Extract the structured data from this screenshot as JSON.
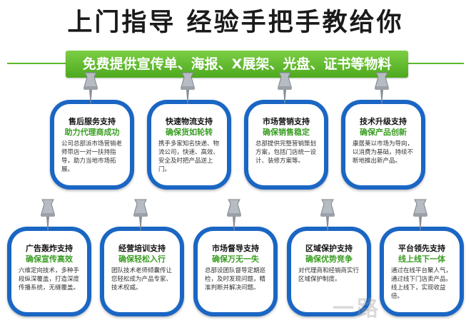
{
  "headline": "上门指导 经验手把手教给你",
  "banner": "免费提供宣传单、海报、X展架、光盘、证书等物料",
  "cards": [
    {
      "title": "售后服务支持",
      "subtitle": "助力代理商成功",
      "body": "公司总部派市场营销老师带店一对一扶持指导，助力当地市场拓展。"
    },
    {
      "title": "快速物流支持",
      "subtitle": "确保货如轮转",
      "body": "携手多家知名快递、物流公司，快速、高效、安全及时把产品送上门。"
    },
    {
      "title": "市场营销支持",
      "subtitle": "确保销售稳定",
      "body": "总部提供完整营销策划方案，包括门店统一设计、装修方案等。"
    },
    {
      "title": "技术升级支持",
      "subtitle": "确保产品创新",
      "body": "康居莱以市场为导向，以消费为基础，持续不断地推出新产品。"
    },
    {
      "title": "广告轰炸支持",
      "subtitle": "确保宣传高效",
      "body": "六维定向技术，多种手段纵深覆盖，打造深度传播系统，无缝覆盖。"
    },
    {
      "title": "经营培训支持",
      "subtitle": "确保轻松入行",
      "body": "团队技术老师倾囊传让您轻松成为产品专家、技术权威。"
    },
    {
      "title": "市场督导支持",
      "subtitle": "确保万无一失",
      "body": "总部设团队督导定期巡检，及时发现问题，精准判断并解决问题。"
    },
    {
      "title": "区域保护支持",
      "subtitle": "确保优势竞争",
      "body": "对代理商和经销商实行区域保护制度。"
    },
    {
      "title": "平台领先支持",
      "subtitle": "线上线下一体",
      "body": "通过在线平台聚人气，通过线下门店卖产品。线上线下，实现收益倍。"
    }
  ],
  "watermark": "一路",
  "colors": {
    "card_border": "#1a66c4",
    "accent_green": "#3a9d22",
    "banner_green": "#5cb82a"
  }
}
